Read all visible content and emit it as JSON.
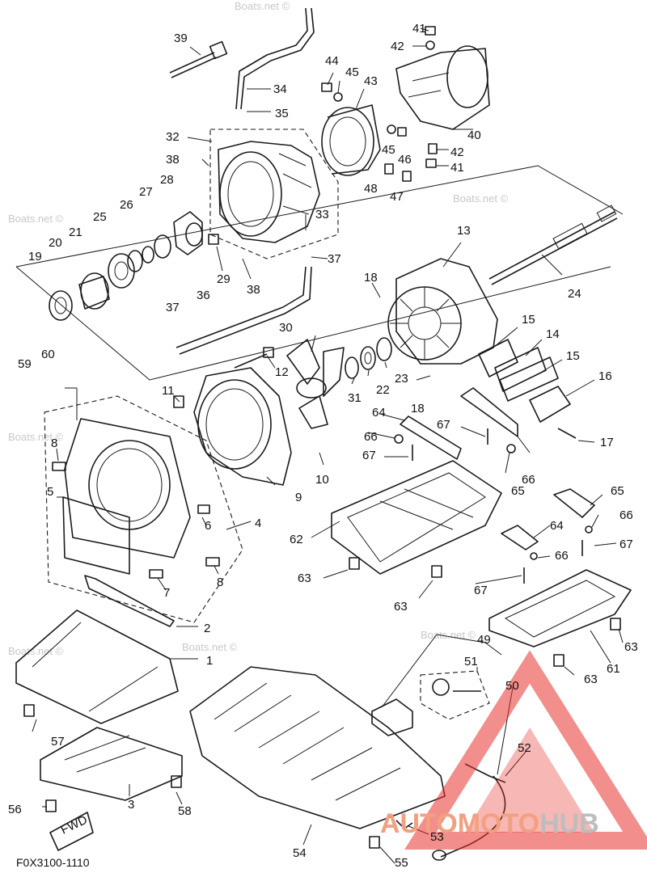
{
  "figure_code": "F0X3100-1110",
  "watermark_text": "Boats.net ©",
  "fwd_label": "FWD",
  "brand": {
    "part1": "AUTOMOTO",
    "part2": "HUB",
    "color1": "#f3a081",
    "color2": "#bdbdbd",
    "triangle_color": "#e8322c"
  },
  "callouts": [
    "1",
    "2",
    "3",
    "4",
    "5",
    "6",
    "7",
    "8",
    "8",
    "9",
    "10",
    "11",
    "12",
    "13",
    "14",
    "15",
    "15",
    "16",
    "17",
    "18",
    "18",
    "19",
    "20",
    "21",
    "22",
    "23",
    "24",
    "25",
    "26",
    "27",
    "28",
    "29",
    "30",
    "31",
    "32",
    "33",
    "34",
    "35",
    "36",
    "37",
    "37",
    "38",
    "38",
    "39",
    "40",
    "41",
    "41",
    "42",
    "42",
    "43",
    "44",
    "45",
    "45",
    "46",
    "47",
    "48",
    "49",
    "50",
    "51",
    "52",
    "53",
    "54",
    "55",
    "56",
    "57",
    "58",
    "59",
    "60",
    "61",
    "62",
    "63",
    "63",
    "63",
    "63",
    "64",
    "64",
    "65",
    "65",
    "66",
    "66",
    "66",
    "66",
    "67",
    "67",
    "67",
    "67"
  ]
}
